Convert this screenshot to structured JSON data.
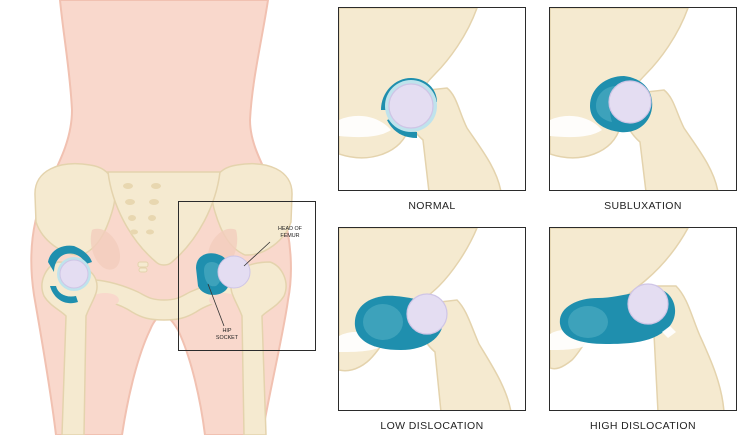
{
  "colors": {
    "skin": "#f9d8cc",
    "skin_edge": "#f1c1b1",
    "bone": "#f5ead0",
    "bone_edge": "#e4d3ad",
    "femur_head": "#e4ddf2",
    "socket_dark": "#1f8fae",
    "socket_light": "#bfe3ec",
    "frame": "#2b2b2b"
  },
  "callouts": {
    "femur_head": "HEAD OF FEMUR",
    "hip_socket": "HIP SOCKET"
  },
  "panels": [
    {
      "caption": "NORMAL",
      "stage": "normal"
    },
    {
      "caption": "SUBLUXATION",
      "stage": "subluxation"
    },
    {
      "caption": "LOW DISLOCATION",
      "stage": "low-dislocation"
    },
    {
      "caption": "HIGH DISLOCATION",
      "stage": "high-dislocation"
    }
  ]
}
